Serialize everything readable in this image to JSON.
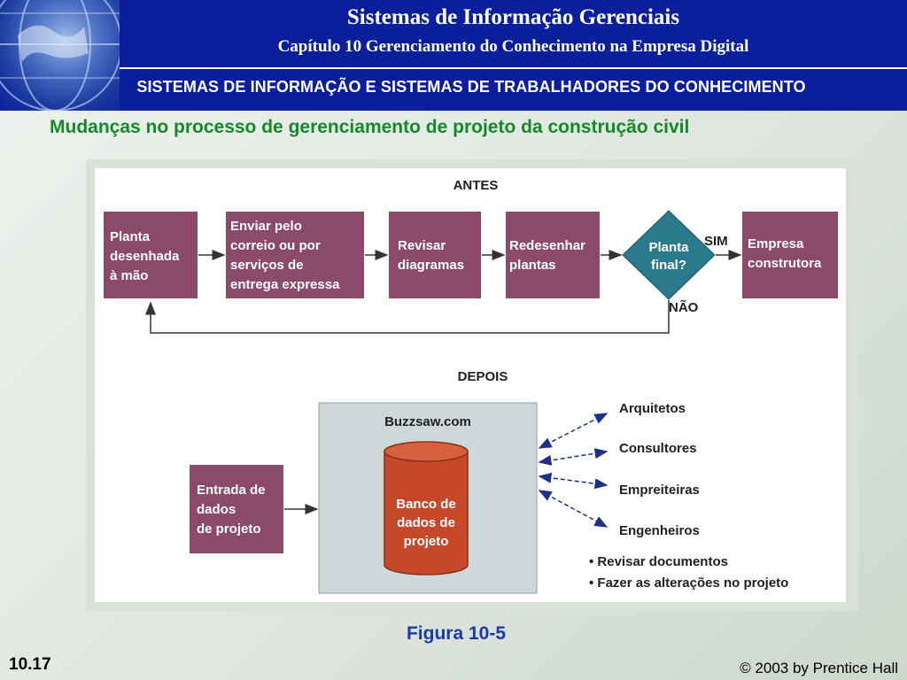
{
  "header": {
    "title": "Sistemas de Informação Gerenciais",
    "subtitle": "Capítulo 10 Gerenciamento do Conhecimento na Empresa Digital",
    "section": "SISTEMAS DE INFORMAÇÃO E SISTEMAS DE TRABALHADORES DO CONHECIMENTO"
  },
  "slide": {
    "heading": "Mudanças no processo de gerenciamento de projeto da construção civil",
    "caption": "Figura 10-5",
    "number": "10.17",
    "copyright": "© 2003 by Prentice Hall"
  },
  "diagram": {
    "antes": {
      "title": "ANTES",
      "box1": [
        "Planta",
        "desenhada",
        "à mão"
      ],
      "box2": [
        "Enviar pelo",
        "correio ou por",
        "serviços de",
        "entrega expressa"
      ],
      "box3": [
        "Revisar",
        "diagramas"
      ],
      "box4": [
        "Redesenhar",
        "plantas"
      ],
      "decision": [
        "Planta",
        "final?"
      ],
      "yes_label": "SIM",
      "no_label": "NÃO",
      "box5": [
        "Empresa",
        "construtora"
      ]
    },
    "depois": {
      "title": "DEPOIS",
      "input_box": [
        "Entrada de",
        "dados",
        "de projeto"
      ],
      "platform": "Buzzsaw.com",
      "database": [
        "Banco de",
        "dados de",
        "projeto"
      ],
      "participants": [
        "Arquitetos",
        "Consultores",
        "Empreiteiras",
        "Engenheiros"
      ],
      "bullets": [
        "• Revisar documentos",
        "• Fazer as alterações no projeto"
      ]
    }
  },
  "colors": {
    "header_bg": "#0b1f9c",
    "heading_green": "#138a2a",
    "box_purple": "#8c4a6b",
    "decision_teal": "#2b7a8c",
    "database_red": "#c5482a",
    "platform_grey": "#cdd9d9",
    "caption_blue": "#1a3aa8"
  }
}
